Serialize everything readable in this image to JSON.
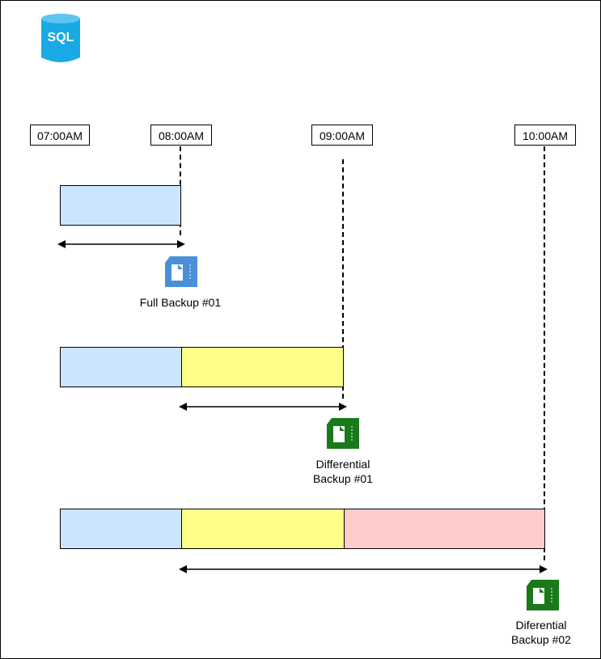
{
  "logo": {
    "text": "SQL",
    "color": "#19a9e5"
  },
  "times": [
    "07:00AM",
    "08:00AM",
    "09:00AM",
    "10:00AM"
  ],
  "colors": {
    "full": "#cce5ff",
    "diff1": "#ffff88",
    "diff2": "#ffcccc",
    "full_icon": "#4a90d9",
    "diff_icon": "#1a7a1a"
  },
  "backups": [
    {
      "label": "Full Backup #01",
      "icon": "backup-file-icon"
    },
    {
      "label_line1": "Differential",
      "label_line2": "Backup #01",
      "icon": "backup-file-icon"
    },
    {
      "label_line1": "Diferential",
      "label_line2": "Backup #02",
      "icon": "backup-file-icon"
    }
  ]
}
